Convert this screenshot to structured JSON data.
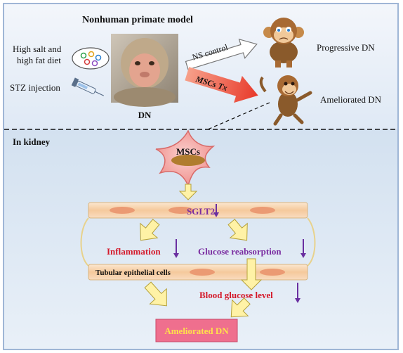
{
  "top_panel": {
    "title": "Nonhuman primate model",
    "diet_label_line1": "High salt and",
    "diet_label_line2": "high fat diet",
    "stz_label": "STZ injection",
    "dn_label": "DN",
    "ns_control_label": "NS control",
    "mscs_tx_label": "MSCs Tx",
    "progressive_label": "Progressive DN",
    "ameliorated_label": "Ameliorated DN"
  },
  "bottom_panel": {
    "section_label": "In kidney",
    "mscs_label": "MSCs",
    "sglt2_label": "SGLT2",
    "inflammation_label": "Inflammation",
    "glucose_reabsorption_label": "Glucose reabsorption",
    "tubular_label": "Tubular epithelial cells",
    "blood_glucose_label": "Blood glucose level",
    "outcome_label": "Ameliorated DN"
  },
  "colors": {
    "panel_bg": "#dfe9f5",
    "cell_pink": "#f3a9a6",
    "nucleus": "#b07c2e",
    "tube_fill": "#f9dcc0",
    "down_arrow": "#6a2fa0",
    "inflammation_red": "#d4192a",
    "sglt2_purple": "#7a2ca0",
    "outcome_box": "#ef6f8e",
    "outcome_text": "#ffe14a",
    "yellow_arrow": "#fff2a6",
    "red_arrow": "#e8392a"
  },
  "icons": [
    "diet-dish-icon",
    "syringe-icon",
    "monkey-photo",
    "cartoon-monkey-sad-icon",
    "cartoon-monkey-happy-icon"
  ]
}
